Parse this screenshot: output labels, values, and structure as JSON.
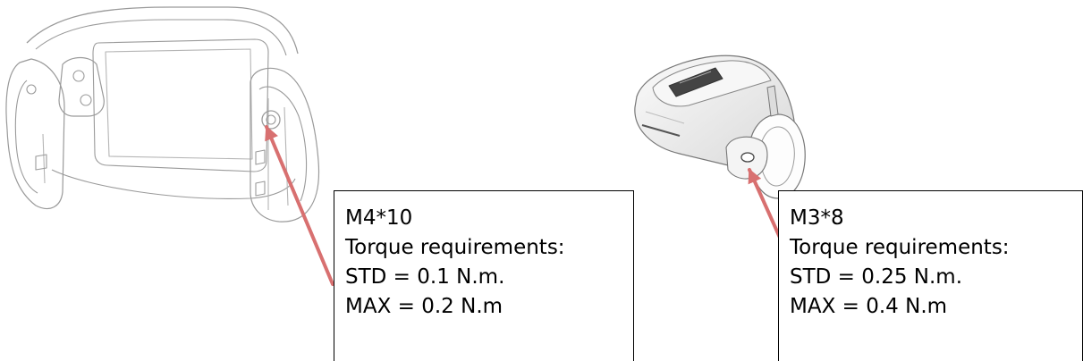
{
  "callouts": [
    {
      "screw": "M4*10",
      "requirement": "Torque requirements:",
      "std": "STD = 0.1 N.m.",
      "max": "MAX = 0.2 N.m"
    },
    {
      "screw": "M3*8",
      "requirement": "Torque requirements:",
      "std": "STD = 0.25 N.m.",
      "max": "MAX = 0.4 N.m"
    }
  ],
  "colors": {
    "arrow": "#d87070",
    "outline": "#9a9a9a",
    "outline_dark": "#555555",
    "body_fill": "#f0f0f0",
    "box_border": "#000000"
  }
}
